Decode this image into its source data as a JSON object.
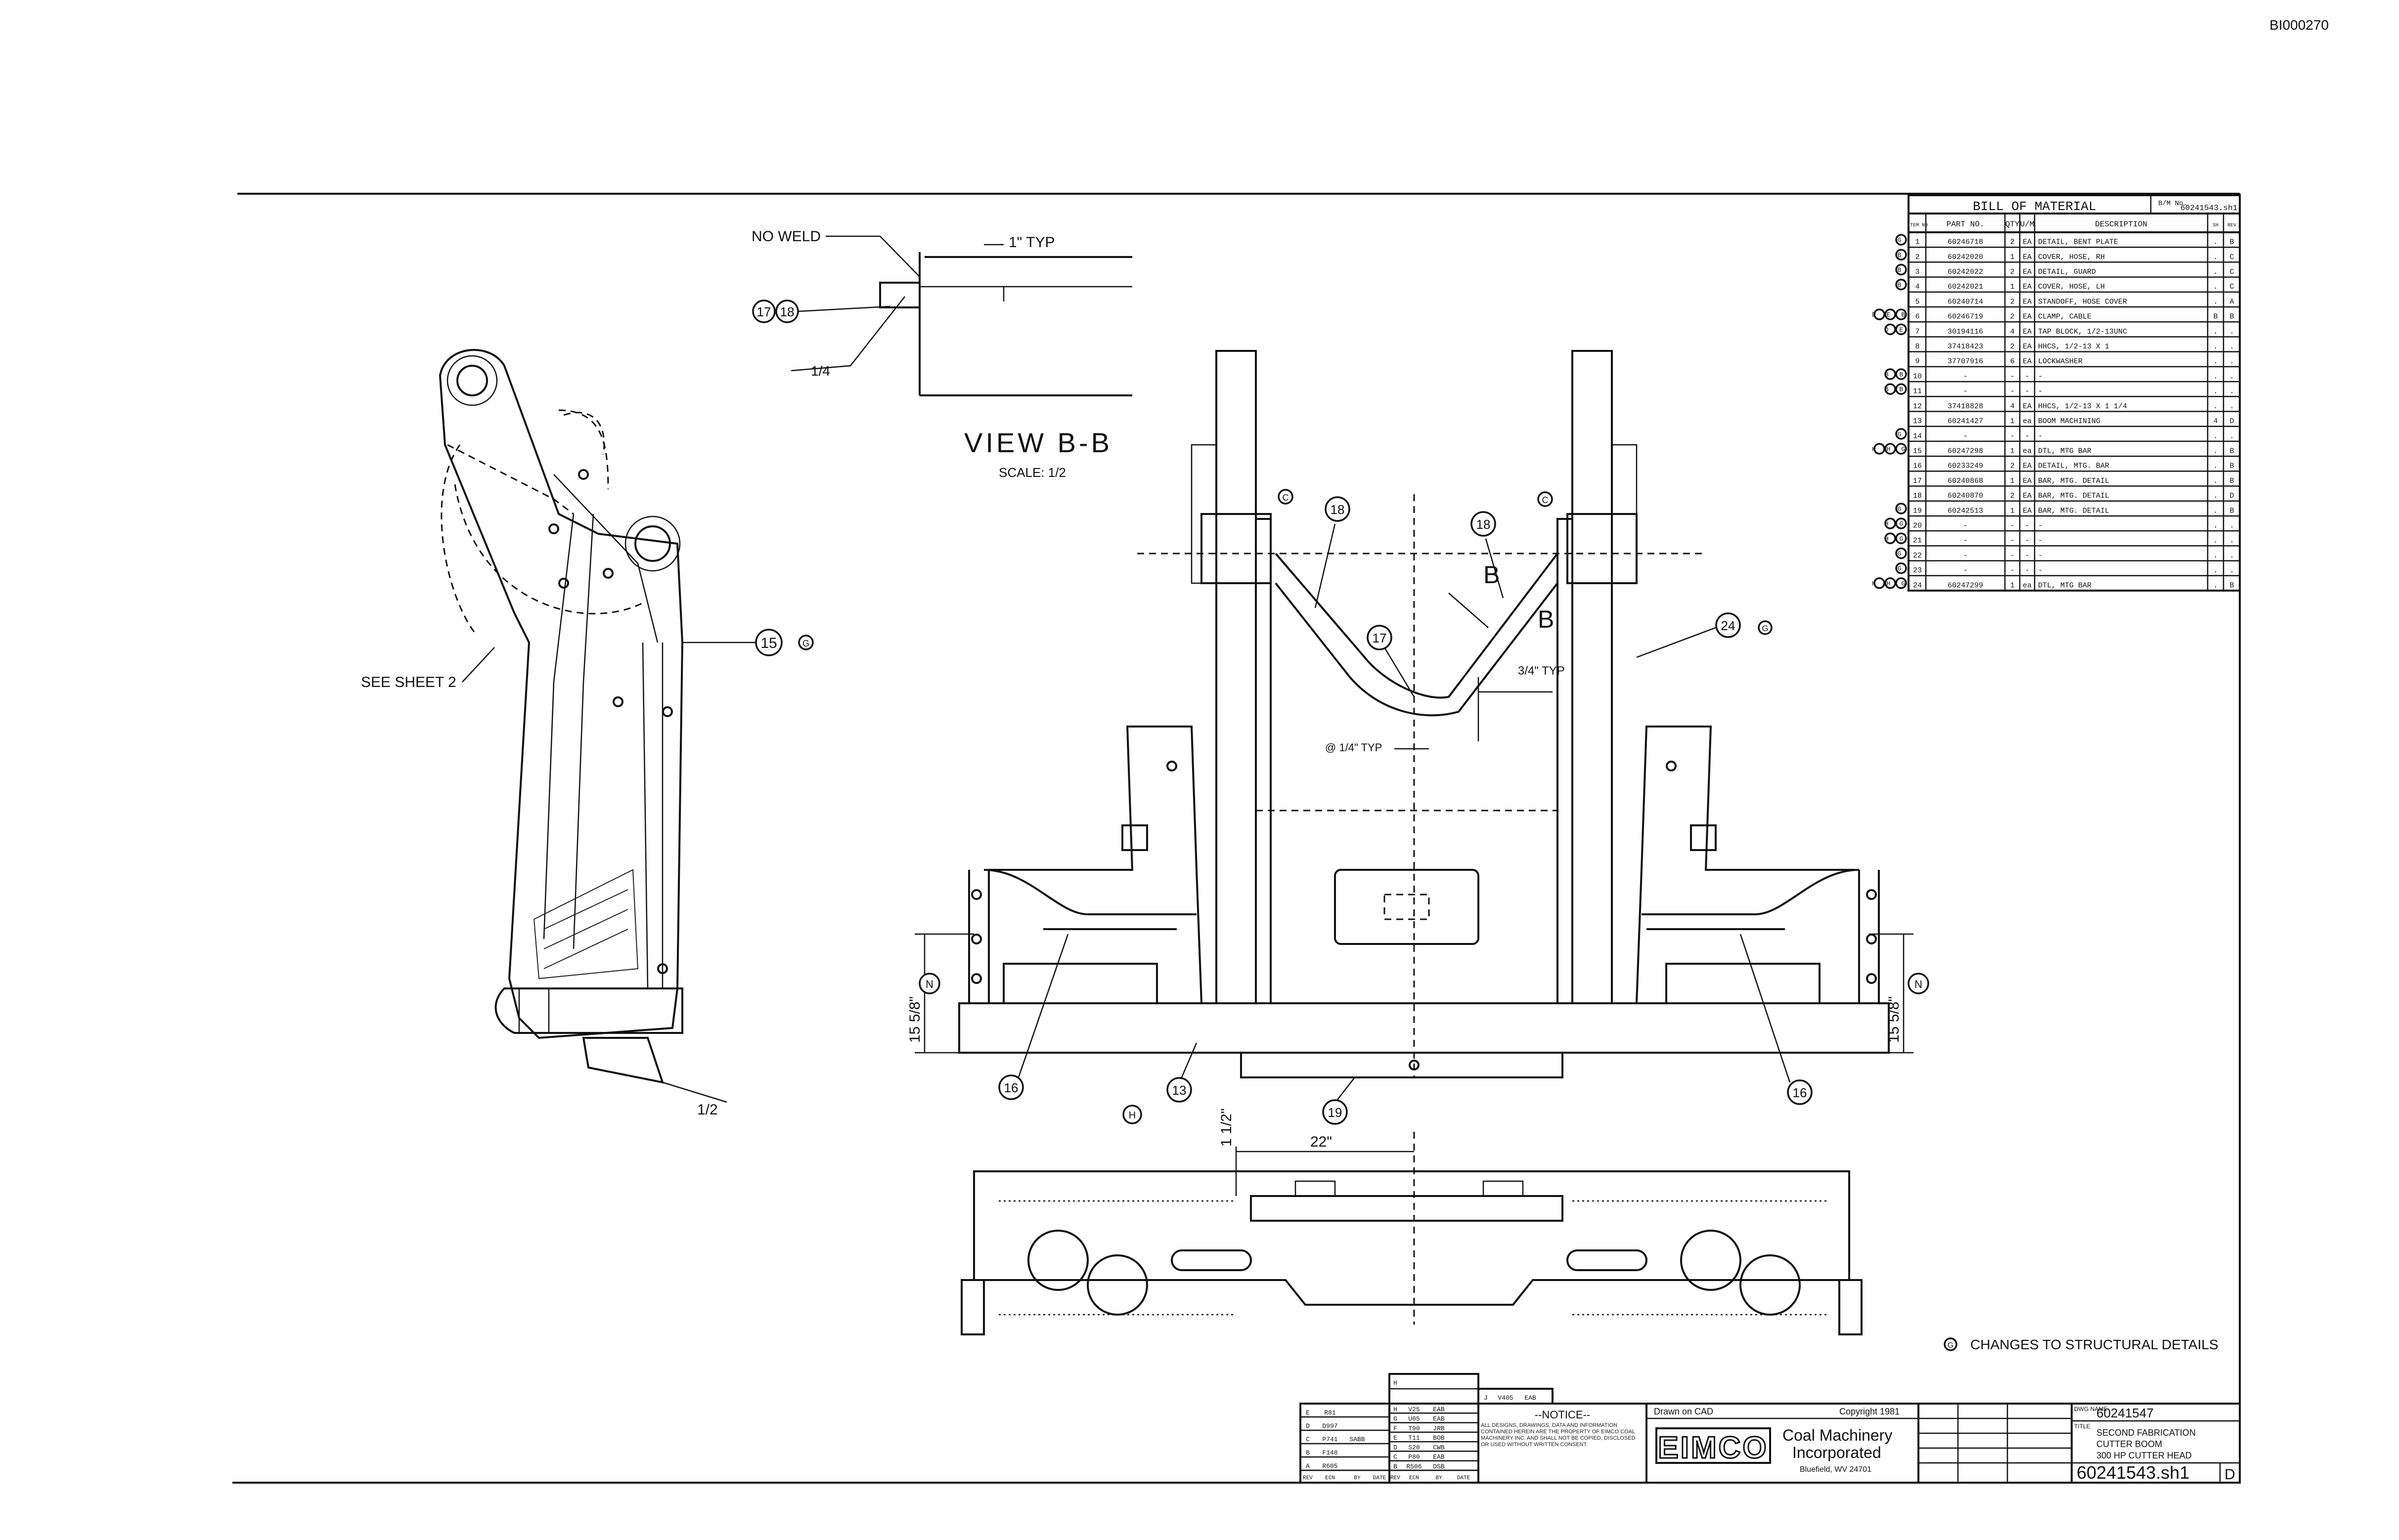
{
  "doc_id": "BI000270",
  "view_label": "VIEW B-B",
  "view_scale": "SCALE: 1/2",
  "callouts": {
    "no_weld": "NO WELD",
    "typ_1in": "1\" TYP",
    "weld_1_4": "1/4",
    "see_sheet": "SEE SHEET 2",
    "dim_1_4_typ": "@ 1/4\" TYP",
    "dim_3_4_typ": "3/4\" TYP",
    "dim_15_5_8_left": "15 5/8\"",
    "dim_15_5_8_right": "15 5/8\"",
    "dim_22": "22\"",
    "dim_1_2": "1 1/2\"",
    "weld_1_2": "1/2",
    "section_b": "B"
  },
  "balloons": {
    "b15": "15",
    "b16_left": "16",
    "b16_right": "16",
    "b17": "17",
    "b18": "18",
    "b18b": "18",
    "b13": "13",
    "b19": "19",
    "b24": "24",
    "b17_18a": "17",
    "b17_18b": "18",
    "rev_n_left": "N",
    "rev_n_right": "N",
    "rev_h": "H",
    "rev_c_left": "C",
    "rev_c_right": "C",
    "rev_g": "G"
  },
  "bom": {
    "title": "BILL OF MATERIAL",
    "sheet_ref_label": "B/M No.",
    "sheet_ref": "60241543.sh1",
    "headers": [
      "ITEM NO",
      "PART NO.",
      "QTY",
      "U/M",
      "DESCRIPTION",
      "SH",
      "REV"
    ],
    "rows": [
      {
        "rev": "G",
        "item": "1",
        "part": "60246718",
        "qty": "2",
        "um": "EA",
        "desc": "DETAIL, BENT PLATE",
        "sh": ".",
        "r": "B"
      },
      {
        "rev": "B",
        "item": "2",
        "part": "60242020",
        "qty": "1",
        "um": "EA",
        "desc": "COVER, HOSE, RH",
        "sh": ".",
        "r": "C"
      },
      {
        "rev": "B",
        "item": "3",
        "part": "60242022",
        "qty": "2",
        "um": "EA",
        "desc": "DETAIL, GUARD",
        "sh": ".",
        "r": "C"
      },
      {
        "rev": "B",
        "item": "4",
        "part": "60242021",
        "qty": "1",
        "um": "EA",
        "desc": "COVER, HOSE, LH",
        "sh": ".",
        "r": "C"
      },
      {
        "rev": "",
        "item": "5",
        "part": "60240714",
        "qty": "2",
        "um": "EA",
        "desc": "STANDOFF, HOSE COVER",
        "sh": ".",
        "r": "A"
      },
      {
        "rev": "D E B",
        "item": "6",
        "part": "60246719",
        "qty": "2",
        "um": "EA",
        "desc": "CLAMP, CABLE",
        "sh": "B",
        "r": "B"
      },
      {
        "rev": "D E",
        "item": "7",
        "part": "30194116",
        "qty": "4",
        "um": "EA",
        "desc": "TAP BLOCK, 1/2-13UNC",
        "sh": ".",
        "r": "."
      },
      {
        "rev": "",
        "item": "8",
        "part": "37418423",
        "qty": "2",
        "um": "EA",
        "desc": "HHCS, 1/2-13 X 1",
        "sh": ".",
        "r": "."
      },
      {
        "rev": "",
        "item": "9",
        "part": "37707916",
        "qty": "6",
        "um": "EA",
        "desc": "LOCKWASHER",
        "sh": ".",
        "r": "."
      },
      {
        "rev": "B B",
        "item": "10",
        "part": "-",
        "qty": "-",
        "um": "-",
        "desc": "-",
        "sh": ".",
        "r": "."
      },
      {
        "rev": "B B",
        "item": "11",
        "part": "-",
        "qty": "-",
        "um": "-",
        "desc": "-",
        "sh": ".",
        "r": "."
      },
      {
        "rev": "",
        "item": "12",
        "part": "37418828",
        "qty": "4",
        "um": "EA",
        "desc": "HHCS, 1/2-13 X 1 1/4",
        "sh": ".",
        "r": "."
      },
      {
        "rev": "",
        "item": "13",
        "part": "60241427",
        "qty": "1",
        "um": "ea",
        "desc": "BOOM MACHINING",
        "sh": "4",
        "r": "D"
      },
      {
        "rev": "G",
        "item": "14",
        "part": "-",
        "qty": "-",
        "um": "-",
        "desc": "-",
        "sh": ".",
        "r": "."
      },
      {
        "rev": "H H G",
        "item": "15",
        "part": "60247298",
        "qty": "1",
        "um": "ea",
        "desc": "DTL, MTG BAR",
        "sh": ".",
        "r": "B"
      },
      {
        "rev": "",
        "item": "16",
        "part": "60233249",
        "qty": "2",
        "um": "EA",
        "desc": "DETAIL, MTG. BAR",
        "sh": ".",
        "r": "B"
      },
      {
        "rev": "",
        "item": "17",
        "part": "60240868",
        "qty": "1",
        "um": "EA",
        "desc": "BAR, MTG. DETAIL",
        "sh": ".",
        "r": "B"
      },
      {
        "rev": "",
        "item": "18",
        "part": "60240870",
        "qty": "2",
        "um": "EA",
        "desc": "BAR, MTG. DETAIL",
        "sh": ".",
        "r": "D"
      },
      {
        "rev": "G",
        "item": "19",
        "part": "60242513",
        "qty": "1",
        "um": "EA",
        "desc": "BAR, MTG. DETAIL",
        "sh": ".",
        "r": "B"
      },
      {
        "rev": "H G",
        "item": "20",
        "part": "-",
        "qty": "-",
        "um": "-",
        "desc": "-",
        "sh": ".",
        "r": "."
      },
      {
        "rev": "H G",
        "item": "21",
        "part": "-",
        "qty": "-",
        "um": "-",
        "desc": "-",
        "sh": ".",
        "r": "."
      },
      {
        "rev": "G",
        "item": "22",
        "part": "-",
        "qty": "-",
        "um": "-",
        "desc": "-",
        "sh": ".",
        "r": "."
      },
      {
        "rev": "G",
        "item": "23",
        "part": "-",
        "qty": "-",
        "um": "-",
        "desc": "-",
        "sh": ".",
        "r": "."
      },
      {
        "rev": "H H G",
        "item": "24",
        "part": "60247299",
        "qty": "1",
        "um": "ea",
        "desc": "DTL, MTG BAR",
        "sh": ".",
        "r": "B"
      }
    ]
  },
  "note": {
    "symbol": "G",
    "text": "CHANGES TO STRUCTURAL DETAILS"
  },
  "title_block": {
    "notice_title": "--NOTICE--",
    "notice_text": "ALL DESIGNS, DRAWINGS, DATA AND INFORMATION CONTAINED HEREIN ARE THE PROPERTY OF EIMCO COAL MACHINERY INC. AND SHALL NOT BE COPIED, DISCLOSED OR USED WITHOUT WRITTEN CONSENT.",
    "drawn": "Drawn on CAD",
    "copyright": "Copyright 1981",
    "company_logo": "EIMCO",
    "company_line1": "Coal Machinery",
    "company_line2": "Incorporated",
    "company_line3": "Bluefield, WV 24701",
    "dwg_no_label": "DWG NAME",
    "dwg_no": "60241547",
    "title_label": "TITLE",
    "title_1": "SECOND FABRICATION",
    "title_2": "CUTTER BOOM",
    "title_3": "300 HP CUTTER HEAD",
    "sheet_file": "60241543.sh1",
    "sheet_rev": "D",
    "rev_rows": [
      {
        "ltr": "H",
        "ecn": "V25",
        "by": "EAB",
        "date": ""
      },
      {
        "ltr": "G",
        "ecn": "U05",
        "by": "EAB",
        "date": ""
      },
      {
        "ltr": "F",
        "ecn": "T90",
        "by": "JRB",
        "date": ""
      },
      {
        "ltr": "E",
        "ecn": "T11",
        "by": "BOB",
        "date": ""
      },
      {
        "ltr": "D",
        "ecn": "S20",
        "by": "CWB",
        "date": ""
      },
      {
        "ltr": "C",
        "ecn": "P80",
        "by": "EAB",
        "date": ""
      },
      {
        "ltr": "B",
        "ecn": "R506",
        "by": "DSB",
        "date": ""
      }
    ],
    "rev_rows_left": [
      {
        "ltr": "E",
        "ecn": "R81",
        "by": ""
      },
      {
        "ltr": "D",
        "ecn": "D997",
        "by": ""
      },
      {
        "ltr": "C",
        "ecn": "P741",
        "by": "SABB"
      },
      {
        "ltr": "B",
        "ecn": "F148",
        "by": ""
      },
      {
        "ltr": "A",
        "ecn": "R605",
        "by": ""
      }
    ],
    "rev_col_headers": [
      "REV",
      "ECN",
      "BY",
      "DATE",
      "REV",
      "ECN",
      "BY",
      "DATE"
    ],
    "top_rev": {
      "ltr": "J",
      "ecn": "V405",
      "by": "EAB"
    }
  }
}
